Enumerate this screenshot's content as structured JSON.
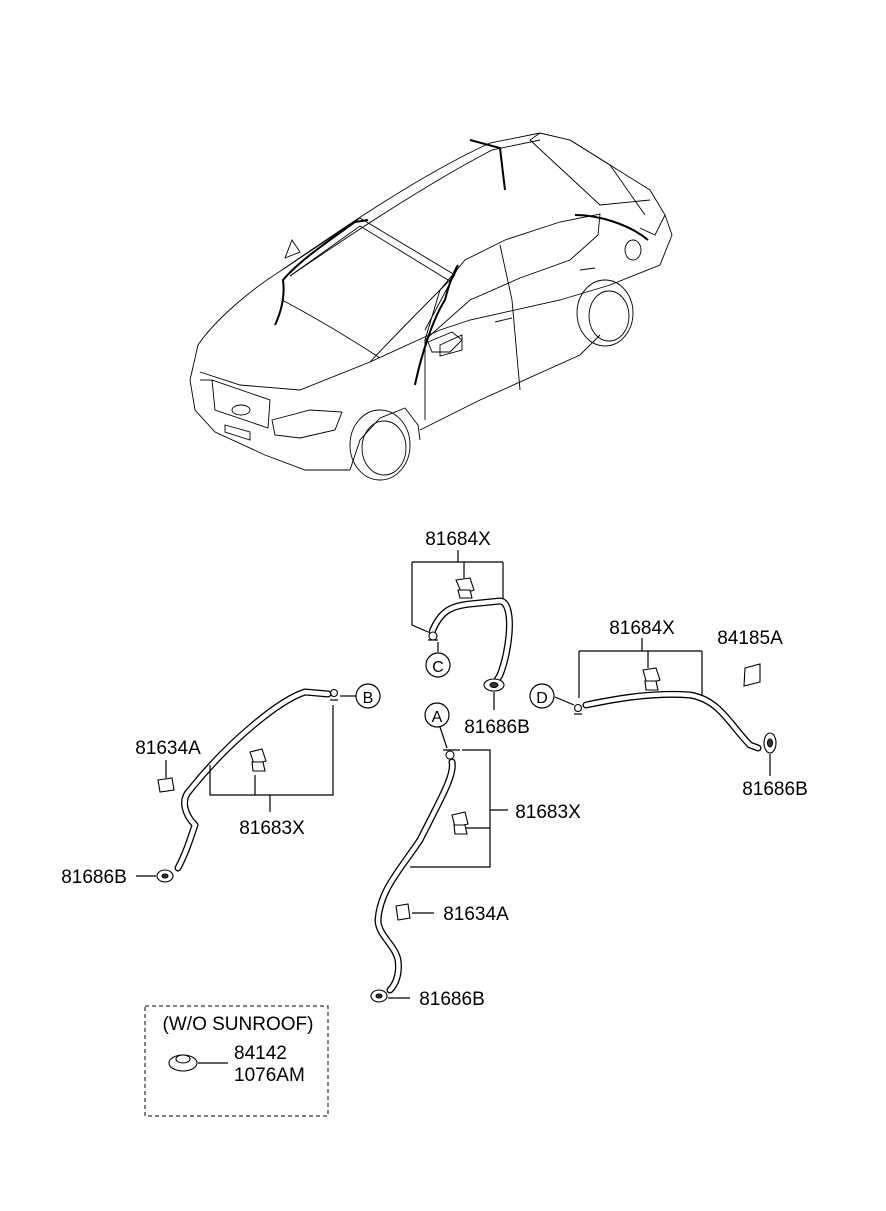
{
  "callouts": {
    "c_81684x_top": "81684X",
    "c_81684x_right": "81684X",
    "c_84185a": "84185A",
    "c_81634a_left": "81634A",
    "c_81683x_left": "81683X",
    "c_81686b_left": "81686B",
    "c_81686b_center_top": "81686B",
    "c_81683x_center": "81683X",
    "c_81634a_center": "81634A",
    "c_81686b_center_bottom": "81686B",
    "c_81686b_right": "81686B"
  },
  "markers": {
    "a": "A",
    "b": "B",
    "c": "C",
    "d": "D"
  },
  "inset": {
    "title": "(W/O SUNROOF)",
    "part_1": "84142",
    "part_2": "1076AM"
  }
}
